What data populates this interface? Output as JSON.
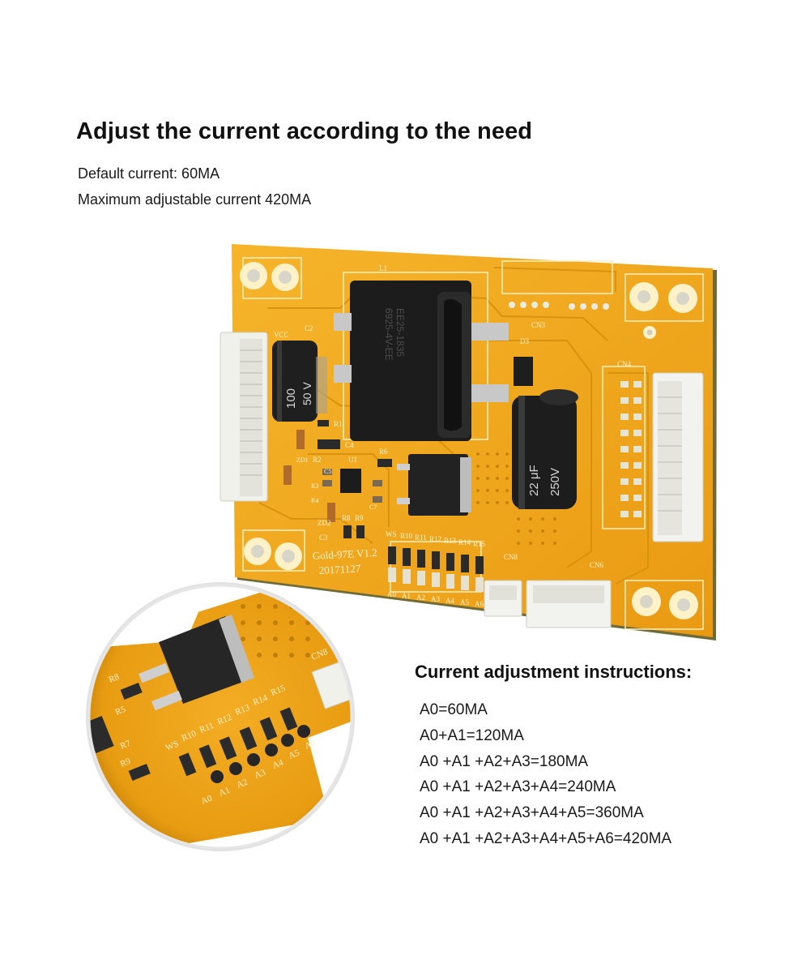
{
  "heading": "Adjust the current according to the need",
  "default_current": "Default current: 60MA",
  "max_current": "Maximum adjustable current 420MA",
  "instructions": {
    "title": "Current adjustment instructions:",
    "lines": [
      "A0=60MA",
      "A0+A1=120MA",
      "A0 +A1 +A2+A3=180MA",
      "A0 +A1 +A2+A3+A4=240MA",
      "A0 +A1 +A2+A3+A4+A5=360MA",
      "A0 +A1 +A2+A3+A4+A5+A6=420MA"
    ]
  },
  "board": {
    "model": "Gold-97E V1.2",
    "date": "20171127",
    "cap_small": [
      "100",
      "50 V"
    ],
    "cap_large": [
      "22 μF",
      "250V"
    ],
    "inductor_code": "6925-4V-EE",
    "inductor_code2": "EE25-1835",
    "labels": {
      "cn3": "CN3",
      "cn4": "CN4",
      "cn6": "CN6",
      "cn8": "CN8",
      "vcc": "VCC",
      "c2": "C2",
      "l1": "L1",
      "d3": "D3",
      "r1": "R1",
      "r2": "R2",
      "u1": "U1",
      "r6": "R6",
      "c4": "C4",
      "zd1": "ZD1",
      "zd2": "ZD2",
      "r8": "R8",
      "r9": "R9",
      "c3": "C3",
      "c5": "C5",
      "c7": "C7",
      "r4": "R4",
      "r3": "R3",
      "r5": "R5",
      "r7": "R7"
    },
    "resistors": [
      "WS",
      "R10",
      "R11",
      "R12",
      "R13",
      "R14",
      "R15"
    ],
    "pads": [
      "A0",
      "A1",
      "A2",
      "A3",
      "A4",
      "A5",
      "A6"
    ]
  },
  "colors": {
    "pcb": "#f2a91c",
    "pcb_dark": "#d98e0e",
    "silk": "#fff3cf",
    "black": "#1d1d1d"
  }
}
